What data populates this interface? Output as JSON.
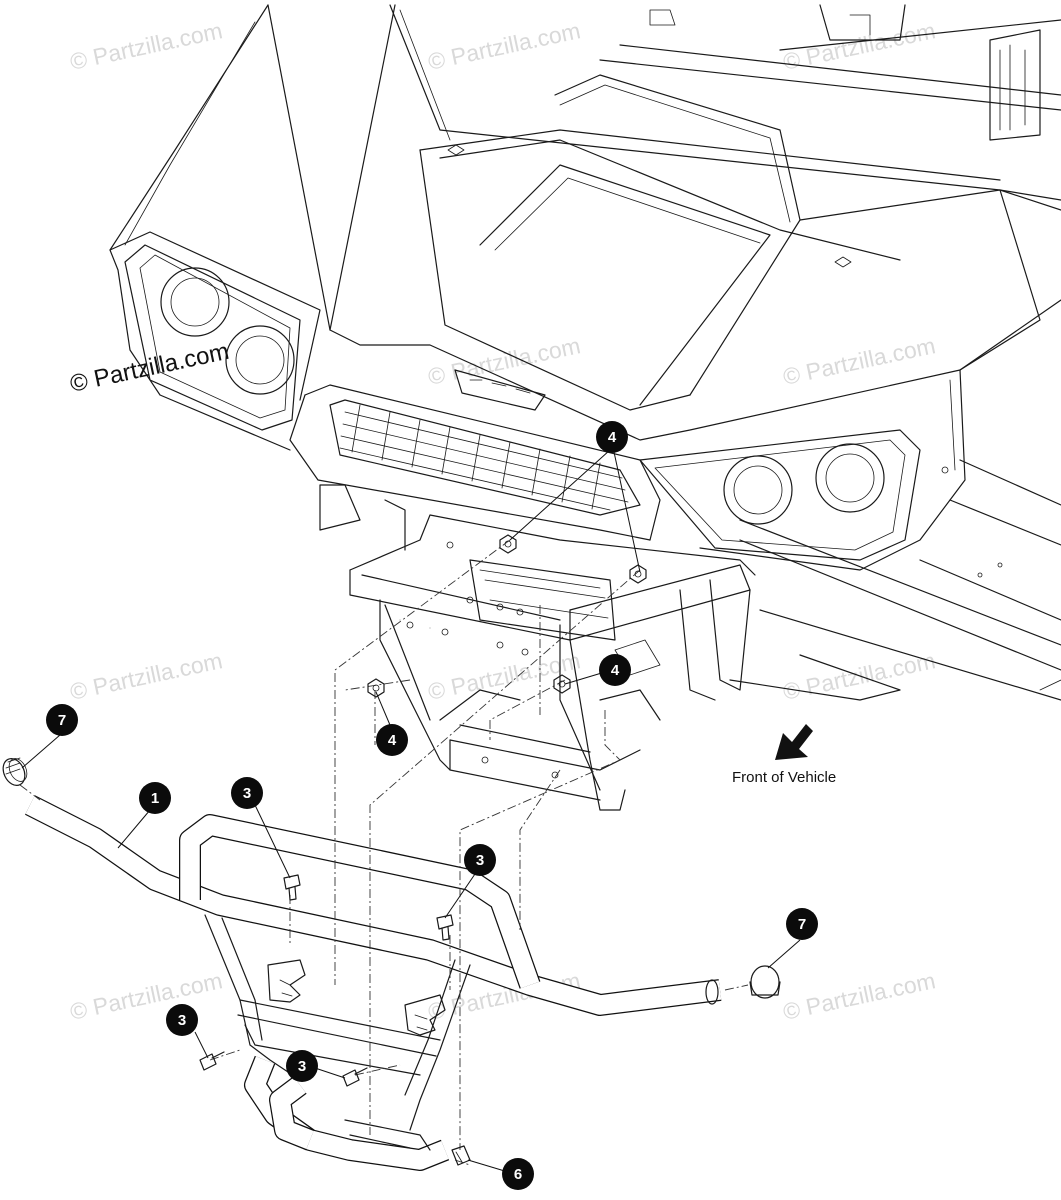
{
  "copyright": "© Partzilla.com",
  "watermark": "© Partzilla.com",
  "front_label": "Front of Vehicle",
  "callouts": [
    "1",
    "3",
    "3",
    "3",
    "3",
    "4",
    "4",
    "4",
    "6",
    "7",
    "7"
  ],
  "colors": {
    "line": "#1a1a1a",
    "callout": "#0b0b0b",
    "watermark": "#d9d9d9"
  }
}
